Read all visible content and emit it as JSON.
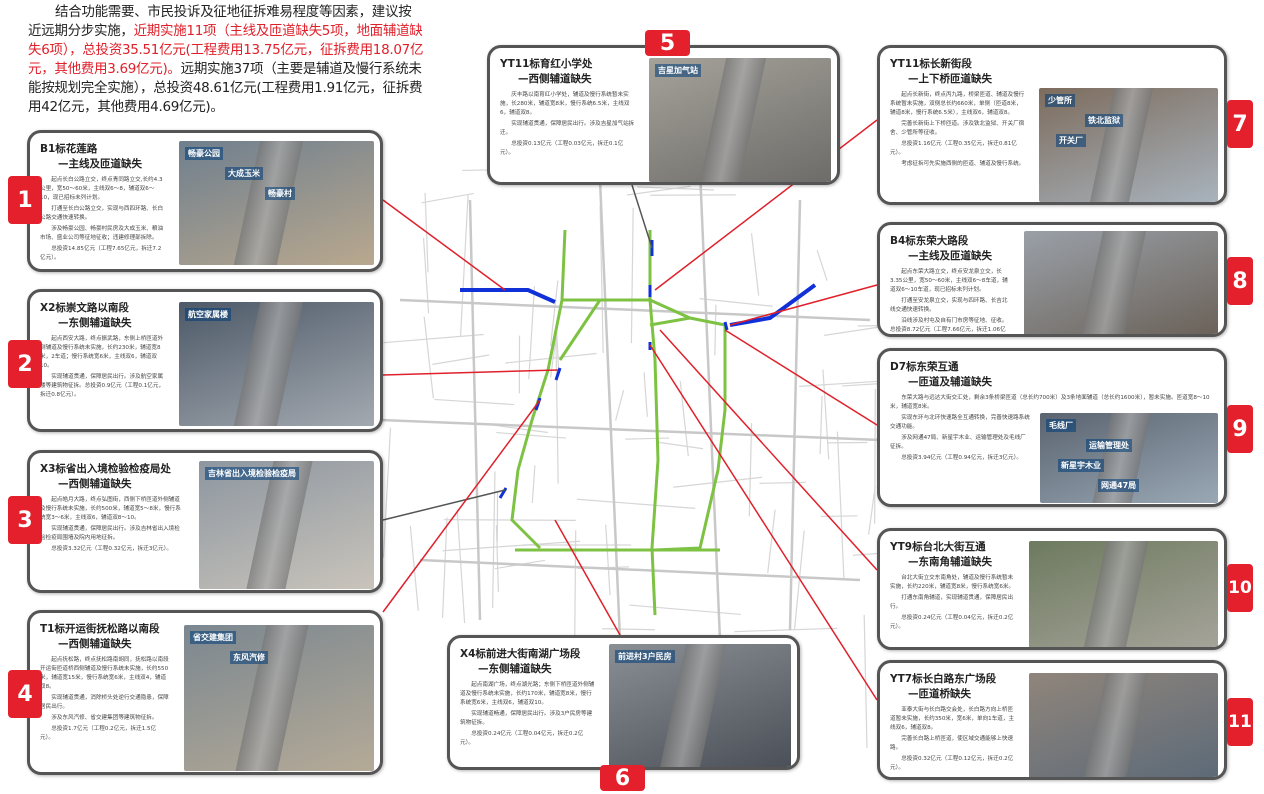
{
  "intro": [
    {
      "text": "结合功能需要、市民投诉及征地征拆难易程度等因素，建议按近远期分步实施，",
      "red": false
    },
    {
      "text": "近期实施11项（主线及匝道缺失5项，地面辅道缺失6项），总投资35.51亿元(工程费用13.75亿元，征拆费用18.07亿元，其他费用3.69亿元)。",
      "red": true
    },
    {
      "text": "远期实施37项（主要是辅道及慢行系统未能按规划完全实施），总投资48.61亿元(工程费用1.91亿元，征拆费用42亿元，其他费用4.69亿元)。",
      "red": false
    }
  ],
  "colors": {
    "badge": "#e3202b",
    "network": "#7dc242",
    "gap": "#1030d8",
    "leader": "#e0202a"
  },
  "cards": [
    {
      "num": "1",
      "title": "B1标花莲路",
      "subtitle": "—主线及匝道缺失",
      "paras": [
        "起点长白公路立交，终点青同路立交,长约4.3公里，宽50～60米，主线双6～8，辅道双6～10，现已招标未列计划。",
        "打通至长白公路立交，实现与西四环路、长白公路交通快速转换。",
        "涉及畅豪公园、畅豪村民房及大成玉米、粮油市场、盛业公司等征地征收；违建修理部拆除。",
        "总投资14.85亿元（工程7.65亿元，拆迁7.2亿元）。"
      ],
      "photo_labels": [
        "畅豪公园",
        "大成玉米",
        "畅豪村"
      ]
    },
    {
      "num": "2",
      "title": "X2标崇文路以南段",
      "subtitle": "—东侧辅道缺失",
      "paras": [
        "起点西安大路，终点振武路，东侧上桥匝道外侧辅道及慢行系统未实施，长约230米，辅道宽8米，2车道；慢行系统宽6米，主线双6，辅道双10。",
        "实现辅道贯通，保障居民出行。涉及航空家属楼等建筑物征拆。总投资0.9亿元（工程0.1亿元，拆迁0.8亿元）。"
      ],
      "photo_labels": [
        "航空家属楼"
      ]
    },
    {
      "num": "3",
      "title": "X3标省出入境检验检疫局处",
      "subtitle": "—西侧辅道缺失",
      "paras": [
        "起点皓月大路，终点弘图街，西侧下桥匝道外侧辅道及慢行系统未实施，长约500米，辅道宽5～8米，慢行系统宽3～6米，主线双6，辅道双8～10。",
        "实现辅道贯通，保障居民出行。涉及吉林省出入境检验检疫局围墙及院内用地征拆。",
        "总投资3.32亿元（工程0.32亿元，拆迁3亿元）。"
      ],
      "photo_labels": [
        "吉林省出入境检验检疫局"
      ]
    },
    {
      "num": "4",
      "title": "T1标开运街抚松路以南段",
      "subtitle": "—西侧辅道缺失",
      "paras": [
        "起点抚松路，终点抚松路南胡同，抚松路以南段开运街匝道桥西侧辅道及慢行系统未实施，长约550米，辅道宽15米，慢行系统宽6米，主线双4，辅道双8。",
        "实现辅道贯通，消除桥头处逆行交通隐患，保障居民出行。",
        "涉及东风汽修、省交建集团等建筑物征拆。",
        "总投资1.7亿元（工程0.2亿元，拆迁1.5亿元）。"
      ],
      "photo_labels": [
        "省交建集团",
        "东风汽修"
      ]
    },
    {
      "num": "5",
      "title": "YT11标育红小学处",
      "subtitle": "—西侧辅道缺失",
      "paras": [
        "庆丰路以南育红小学处，辅道及慢行系统暂未实施，长280米，辅道宽8米，慢行系统6.5米，主线双6，辅道双8。",
        "实现辅道贯通，保障居民出行。涉及吉星加气站拆迁。",
        "总投资0.13亿元（工程0.03亿元，拆迁0.1亿元）。"
      ],
      "photo_labels": [
        "吉星加气站"
      ]
    },
    {
      "num": "6",
      "title": "X4标前进大街南湖广场段",
      "subtitle": "—东侧辅道缺失",
      "paras": [
        "起点南湖广场，终点湖光路；东侧下桥匝道外侧辅道及慢行系统未实施，长约170米，辅道宽8米，慢行系统宽6米，主线双6，辅道双10。",
        "实现辅道畅通，保障居民出行。涉及3户民房等建筑物征拆。",
        "总投资0.24亿元（工程0.04亿元，拆迁0.2亿元）。"
      ],
      "photo_labels": [
        "前进村3户民房"
      ]
    },
    {
      "num": "7",
      "title": "YT11标长新街段",
      "subtitle": "—上下桥匝道缺失",
      "paras": [
        "起点长新街，终点丙九路，桥梁匝道、辅道及慢行系统暂未实施，双侧总长约660米，单侧（匝道8米，辅道8米，慢行系统6.5米），主线双6，辅道双8。",
        "完善长新街上下桥匝道。涉及铁北监狱、开关厂宿舍、少管所等征收。",
        "总投资1.16亿元（工程0.35亿元，拆迁0.81亿元）。",
        "考虑征拆可先实施西侧的匝道、辅道及慢行系统。"
      ],
      "photo_labels": [
        "少管所",
        "铁北监狱",
        "开关厂"
      ]
    },
    {
      "num": "8",
      "title": "B4标东荣大路段",
      "subtitle": "—主线及匝道缺失",
      "paras": [
        "起点东荣大路立交，终点安龙泉立交，长3.35公里，宽50～60米，主线双6～8车道，辅道双6～10车道，现已招标未列计划。",
        "打通至安龙泉立交，实现与四环路、长吉北线交通快速转换。",
        "沿线涉及村屯及自有门市房等征地、征收。总投资8.72亿元（工程7.66亿元，拆迁1.06亿元）。"
      ],
      "photo_labels": []
    },
    {
      "num": "9",
      "title": "D7标东荣互通",
      "subtitle": "—匝道及辅道缺失",
      "paras": [
        "东荣大路与远达大街交汇处，剩余3条桥梁匝道（总长约700米）及3条地面辅道（总长约1600米），暂未实施。匝道宽8～10米，辅道宽8米。",
        "实现东环与北环快速路全互通转换，完善快速路系统交通功能。",
        "涉及网通47局、新星宇木业、运输管理处及毛线厂征拆。",
        "总投资3.94亿元（工程0.94亿元，拆迁3亿元）。"
      ],
      "photo_labels": [
        "毛线厂",
        "运输管理处",
        "新星宇木业",
        "网通47局"
      ]
    },
    {
      "num": "10",
      "title": "YT9标台北大街互通",
      "subtitle": "—东南角辅道缺失",
      "paras": [
        "台北大街立交东南角处，辅道及慢行系统暂未实施，长约220米，辅道宽8米，慢行系统宽6米。",
        "打通东南角辅道，实现辅道贯通，保障居民出行。",
        "总投资0.24亿元（工程0.04亿元，拆迁0.2亿元）。"
      ],
      "photo_labels": []
    },
    {
      "num": "11",
      "title": "YT7标长白路东广场段",
      "subtitle": "—匝道桥缺失",
      "paras": [
        "亚泰大街与长白路交会处，长白路方向上桥匝道暂未实施，长约350米，宽6米，单向1车道，主线双6，辅道双8。",
        "完善长白路上桥匝道，使区域交通能够上快速路。",
        "总投资0.32亿元（工程0.12亿元，拆迁0.2亿元）。"
      ],
      "photo_labels": []
    }
  ]
}
